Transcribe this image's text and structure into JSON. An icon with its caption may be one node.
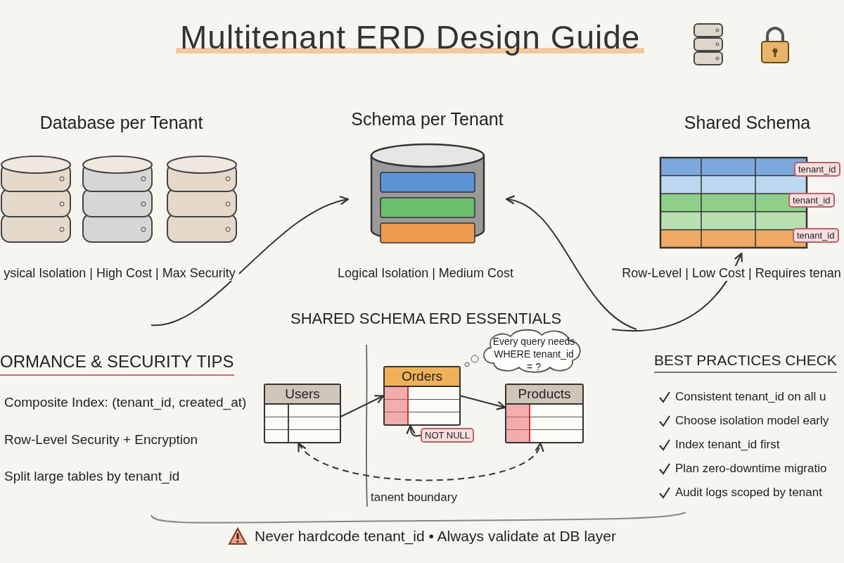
{
  "diagram": {
    "title": "Multitenant ERD Design Guide",
    "nodes": [
      {
        "text": [
          "Database per Tenant"
        ],
        "beside": [
          "ysical Isolation | High Cost | Max Security"
        ]
      },
      {
        "text": [
          "Schema per Tenant"
        ],
        "beside": [
          "Logical Isolation | Medium Cost"
        ]
      },
      {
        "text": [
          "Shared Schema"
        ],
        "beside": [
          "Row-Level | Low Cost | Requires tenan"
        ]
      },
      {
        "text": [
          "tenant_id"
        ]
      },
      {
        "text": [
          "tenant_id"
        ]
      },
      {
        "text": [
          "tenant_id"
        ]
      },
      {
        "text": [
          "Every query needs WHERE tenant_id = ?"
        ]
      },
      {
        "text": [
          "Orders"
        ]
      },
      {
        "text": [
          "Users"
        ]
      },
      {
        "text": [
          "Products"
        ]
      },
      {
        "text": [
          "NOT NULL"
        ]
      }
    ],
    "edges": [
      {
        "from": null,
        "to": 1,
        "arrow": "to"
      },
      {
        "from": null,
        "to": 1,
        "arrow": "to"
      },
      {
        "from": null,
        "to": 2,
        "arrow": "to"
      },
      {
        "from": 8,
        "to": 7,
        "arrow": "to"
      },
      {
        "from": 7,
        "to": 9,
        "arrow": "to"
      },
      {
        "from": 8,
        "to": 9,
        "arrow": "both",
        "style": "dashed"
      },
      {
        "from": 10,
        "to": 7,
        "arrow": "to"
      }
    ],
    "labels": [
      "SHARED SCHEMA ERD ESSENTIALS",
      "ORMANCE & SECURITY TIPS",
      "BEST PRACTICES CHECK",
      "Composite Index: (tenant_id, created_at)",
      "Row-Level Security + Encryption",
      "Split large tables by tenant_id",
      "Consistent tenant_id on all u",
      "Choose isolation model early",
      "Index tenant_id first",
      "Plan zero-downtime migratio",
      "Audit logs scoped by tenant",
      "tanent boundary",
      "Never hardcode tenant_id • Always validate at DB layer"
    ]
  }
}
